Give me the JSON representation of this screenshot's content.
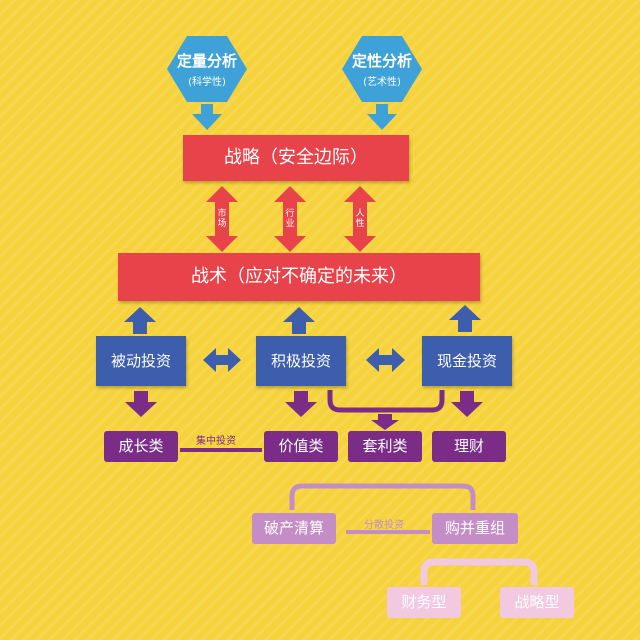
{
  "quant": {
    "title": "定量分析",
    "sub": "(科学性)"
  },
  "qual": {
    "title": "定性分析",
    "sub": "(艺术性)"
  },
  "strategy": "战略（安全边际）",
  "factors": [
    "市场",
    "行业",
    "人性"
  ],
  "tactics": "战术（应对不确定的未来）",
  "investments": [
    "被动投资",
    "积极投资",
    "现金投资"
  ],
  "categories": [
    "成长类",
    "价值类",
    "套利类",
    "理财"
  ],
  "concentrated_label": "集中投资",
  "arb_types": [
    "破产清算",
    "购并重组"
  ],
  "diversified_label": "分散投资",
  "merger_types": [
    "财务型",
    "战略型"
  ],
  "colors": {
    "background": "#f6d33c",
    "hexagon": "#3ea2d8",
    "red": "#e8424a",
    "blue": "#3c5eac",
    "purple": "#7a2c87",
    "pink": "#c48dc6"
  }
}
